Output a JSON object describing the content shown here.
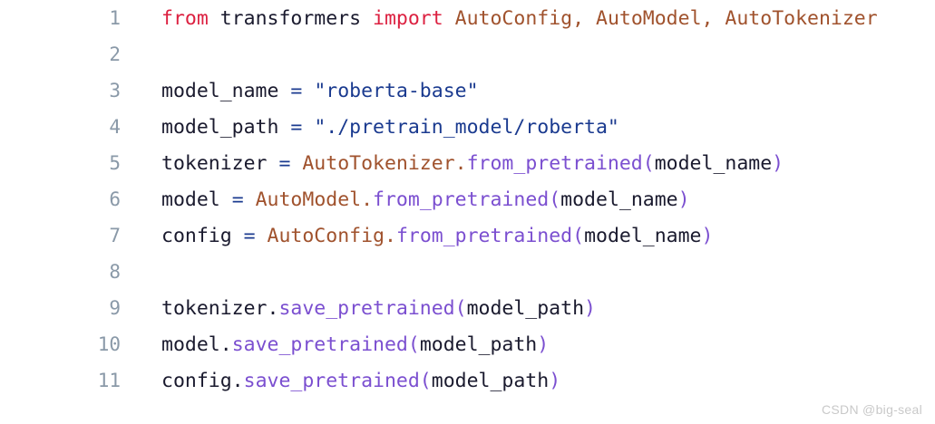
{
  "editor": {
    "background_color": "#ffffff",
    "language": "python",
    "line_number_color": "#8a99a8",
    "total_lines": 11
  },
  "theme": {
    "keyword": "#dc2040",
    "class_name": "#a0522d",
    "method_name": "#7b4fd0",
    "string": "#1a3a8f",
    "operator": "#1a3a8f",
    "plain": "#1a1a2e",
    "line_number": "#8a99a8",
    "watermark": "#c9c9c9"
  },
  "lines": [
    {
      "number": "1",
      "tokens": [
        {
          "text": "from",
          "kind": "keyword"
        },
        {
          "text": " ",
          "kind": "plain"
        },
        {
          "text": "transformers",
          "kind": "plain"
        },
        {
          "text": " ",
          "kind": "plain"
        },
        {
          "text": "import",
          "kind": "keyword"
        },
        {
          "text": " ",
          "kind": "plain"
        },
        {
          "text": "AutoConfig",
          "kind": "class"
        },
        {
          "text": ",",
          "kind": "comma"
        },
        {
          "text": " ",
          "kind": "plain"
        },
        {
          "text": "AutoModel",
          "kind": "class"
        },
        {
          "text": ",",
          "kind": "comma"
        },
        {
          "text": " ",
          "kind": "plain"
        },
        {
          "text": "AutoTokenizer",
          "kind": "class"
        }
      ]
    },
    {
      "number": "2",
      "tokens": []
    },
    {
      "number": "3",
      "tokens": [
        {
          "text": "model_name",
          "kind": "plain"
        },
        {
          "text": " ",
          "kind": "plain"
        },
        {
          "text": "=",
          "kind": "operator"
        },
        {
          "text": " ",
          "kind": "plain"
        },
        {
          "text": "\"roberta-base\"",
          "kind": "string"
        }
      ]
    },
    {
      "number": "4",
      "tokens": [
        {
          "text": "model_path",
          "kind": "plain"
        },
        {
          "text": " ",
          "kind": "plain"
        },
        {
          "text": "=",
          "kind": "operator"
        },
        {
          "text": " ",
          "kind": "plain"
        },
        {
          "text": "\"./pretrain_model/roberta\"",
          "kind": "string"
        }
      ]
    },
    {
      "number": "5",
      "tokens": [
        {
          "text": "tokenizer",
          "kind": "plain"
        },
        {
          "text": " ",
          "kind": "plain"
        },
        {
          "text": "=",
          "kind": "operator"
        },
        {
          "text": " ",
          "kind": "plain"
        },
        {
          "text": "AutoTokenizer",
          "kind": "class"
        },
        {
          "text": ".",
          "kind": "class"
        },
        {
          "text": "from_pretrained",
          "kind": "method"
        },
        {
          "text": "(",
          "kind": "punct"
        },
        {
          "text": "model_name",
          "kind": "plain"
        },
        {
          "text": ")",
          "kind": "punct"
        }
      ]
    },
    {
      "number": "6",
      "tokens": [
        {
          "text": "model",
          "kind": "plain"
        },
        {
          "text": " ",
          "kind": "plain"
        },
        {
          "text": "=",
          "kind": "operator"
        },
        {
          "text": " ",
          "kind": "plain"
        },
        {
          "text": "AutoModel",
          "kind": "class"
        },
        {
          "text": ".",
          "kind": "class"
        },
        {
          "text": "from_pretrained",
          "kind": "method"
        },
        {
          "text": "(",
          "kind": "punct"
        },
        {
          "text": "model_name",
          "kind": "plain"
        },
        {
          "text": ")",
          "kind": "punct"
        }
      ]
    },
    {
      "number": "7",
      "tokens": [
        {
          "text": "config",
          "kind": "plain"
        },
        {
          "text": " ",
          "kind": "plain"
        },
        {
          "text": "=",
          "kind": "operator"
        },
        {
          "text": " ",
          "kind": "plain"
        },
        {
          "text": "AutoConfig",
          "kind": "class"
        },
        {
          "text": ".",
          "kind": "class"
        },
        {
          "text": "from_pretrained",
          "kind": "method"
        },
        {
          "text": "(",
          "kind": "punct"
        },
        {
          "text": "model_name",
          "kind": "plain"
        },
        {
          "text": ")",
          "kind": "punct"
        }
      ]
    },
    {
      "number": "8",
      "tokens": []
    },
    {
      "number": "9",
      "tokens": [
        {
          "text": "tokenizer",
          "kind": "plain"
        },
        {
          "text": ".",
          "kind": "plain"
        },
        {
          "text": "save_pretrained",
          "kind": "method"
        },
        {
          "text": "(",
          "kind": "punct"
        },
        {
          "text": "model_path",
          "kind": "plain"
        },
        {
          "text": ")",
          "kind": "punct"
        }
      ]
    },
    {
      "number": "10",
      "tokens": [
        {
          "text": "model",
          "kind": "plain"
        },
        {
          "text": ".",
          "kind": "plain"
        },
        {
          "text": "save_pretrained",
          "kind": "method"
        },
        {
          "text": "(",
          "kind": "punct"
        },
        {
          "text": "model_path",
          "kind": "plain"
        },
        {
          "text": ")",
          "kind": "punct"
        }
      ]
    },
    {
      "number": "11",
      "tokens": [
        {
          "text": "config",
          "kind": "plain"
        },
        {
          "text": ".",
          "kind": "plain"
        },
        {
          "text": "save_pretrained",
          "kind": "method"
        },
        {
          "text": "(",
          "kind": "punct"
        },
        {
          "text": "model_path",
          "kind": "plain"
        },
        {
          "text": ")",
          "kind": "punct"
        }
      ]
    }
  ],
  "watermark": {
    "text": "CSDN @big-seal"
  }
}
